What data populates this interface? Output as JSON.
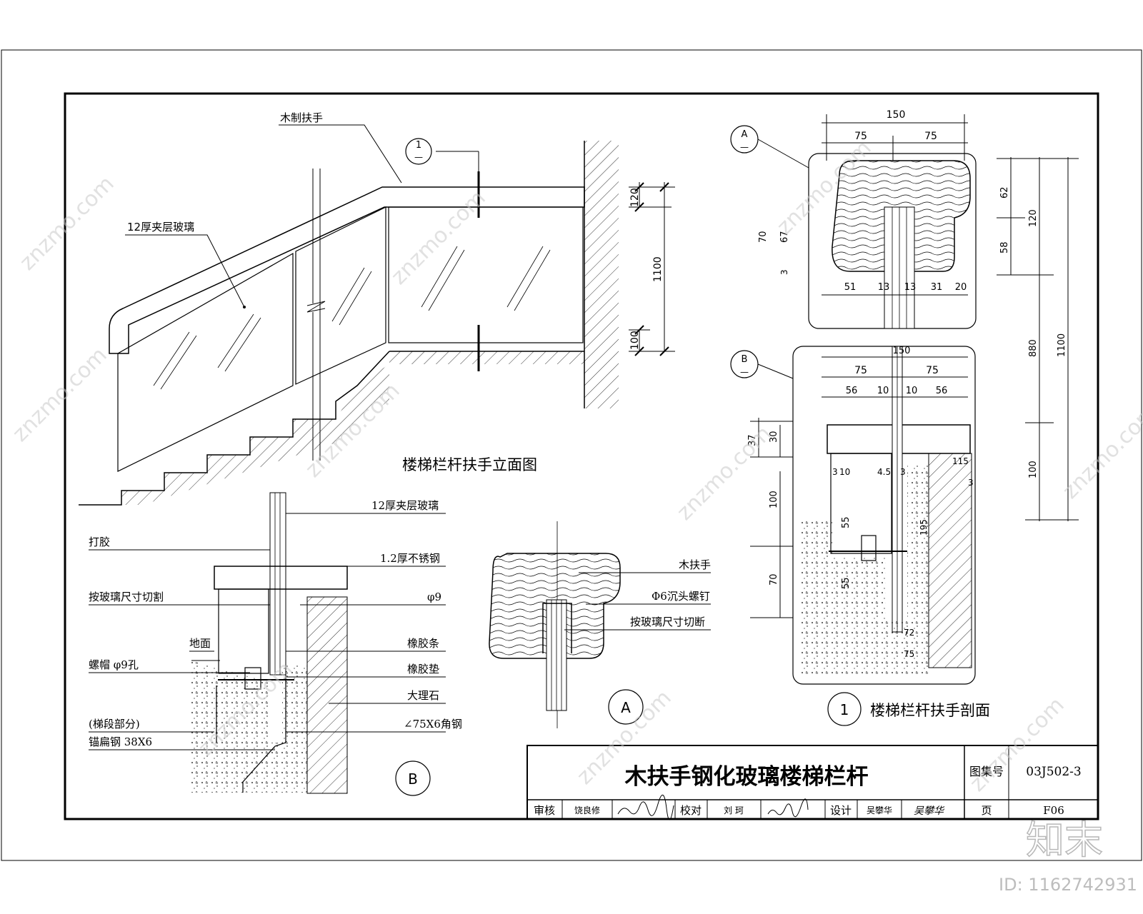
{
  "elevation": {
    "title": "楼梯栏杆扶手立面图",
    "label_handrail": "木制扶手",
    "label_glass": "12厚夹层玻璃",
    "section_mark_num": "1",
    "section_mark_sub": "—",
    "dim_top": "120",
    "dim_total": "1100",
    "dim_bottom": "100"
  },
  "detail_b": {
    "mark": "B",
    "labels_left": [
      "打胶",
      "按玻璃尺寸切割",
      "地面",
      "螺帽 φ9孔",
      "(梯段部分)",
      "锚扁钢 38X6"
    ],
    "labels_right": [
      "12厚夹层玻璃",
      "1.2厚不锈钢",
      "φ9",
      "橡胶条",
      "橡胶垫",
      "大理石",
      "∠75X6角钢"
    ]
  },
  "detail_a": {
    "mark": "A",
    "labels": [
      "木扶手",
      "Φ6沉头螺钉",
      "按玻璃尺寸切断"
    ]
  },
  "section": {
    "title_num": "1",
    "title": "楼梯栏杆扶手剖面",
    "mark_a": "A",
    "mark_b": "B",
    "mark_sub": "—",
    "top_dims": [
      "150",
      "75",
      "75"
    ],
    "left_dims_a": [
      "70",
      "67",
      "3"
    ],
    "bottom_dims_a": [
      "51",
      "13",
      "13",
      "31",
      "20"
    ],
    "right_dims": [
      "62",
      "58",
      "120",
      "1100",
      "880",
      "100"
    ],
    "b_dims_top": [
      "150",
      "75",
      "75",
      "56",
      "10",
      "10",
      "56"
    ],
    "b_dims_left": [
      "37",
      "30",
      "100",
      "70",
      "55",
      "55"
    ],
    "b_dims_misc": [
      "3",
      "10",
      "4.5",
      "3",
      "115",
      "3",
      "195",
      "72",
      "75"
    ]
  },
  "title_block": {
    "drawing_title": "木扶手钢化玻璃楼梯栏杆",
    "atlas_label": "图集号",
    "atlas_no": "03J502-3",
    "review_label": "审核",
    "reviewer": "饶良修",
    "check_label": "校对",
    "checker": "刘 珂",
    "design_label": "设计",
    "designer": "吴攀华",
    "designer_sign": "吴攀华",
    "page_label": "页",
    "page_no": "F06"
  },
  "watermark": {
    "brand": "知末",
    "site": "znzmo.com",
    "id_text": "ID: 1162742931"
  }
}
